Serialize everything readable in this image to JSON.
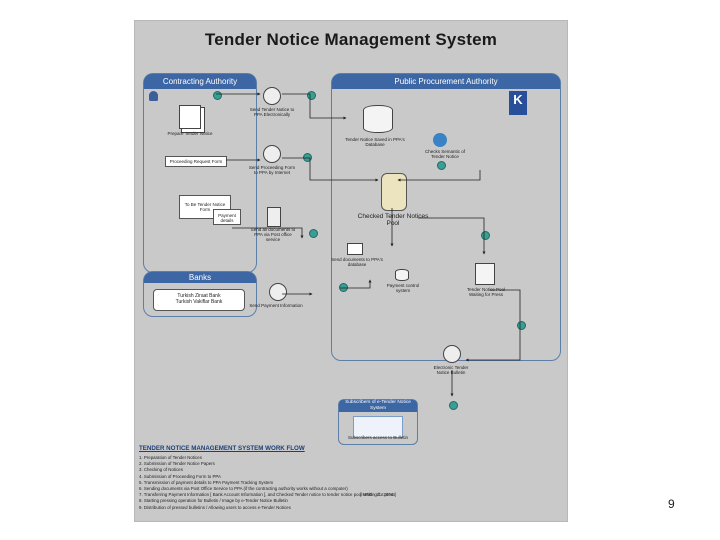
{
  "title": "Tender Notice Management System",
  "lanes": {
    "contracting": "Contracting Authority",
    "ppa": "Public Procurement Authority",
    "banks": "Banks",
    "subscribers": "Subscribers of e-Tender Notice System"
  },
  "logo_text": "K",
  "labels": {
    "prepare_notice": "Prepare Tender Notice",
    "send_notice": "Send Tender Notice to PPA Electronically",
    "proceeding_form": "Proceeding Request Form",
    "send_form": "Send Proceeding Form to PPA by Internet",
    "tender_notice_list": "To Be Tender Notice Form",
    "payment_details": "Payment details",
    "send_documents": "Send all documents to PPA via Post office service",
    "notice_saved": "Tender Notice Saved in PPA's Database",
    "checks_semantic": "Checks Semantic of Tender Notice",
    "checked_pool": "Checked Tender Notices Pool",
    "send_docs_ppa": "Send documents to PPA's database",
    "payment_system": "Payment control system",
    "tender_notice_pool": "Tender Notice Pool Waiting for Press",
    "bulletin": "Electronic Tender Notice Bulletin",
    "banks_list": "Turkish Ziraat Bank\nTurkish Vakiflar Bank",
    "send_payment": "Send Payment Information",
    "subscriber_access": "Subscribers access to Bulletin"
  },
  "workflow": {
    "heading": "TENDER NOTICE MANAGEMENT SYSTEM WORK FLOW",
    "steps": [
      "1. Preparation of Tender Notices",
      "2. Submission of Tender Notice Papers",
      "3. Checking of Notices",
      "4. Submission of Proceeding Form to PPA",
      "5. Transmission of payment details to PPA Payment Tracking System",
      "6. Sending documents via Post Office Service to PPA (if the contracting authority works without a computer)",
      "7. Transferring Payment Information [ Bank Account Information ], and Checked Tender notice to tender notice pool waiting for press",
      "8. Starting pressing operation for Bulletin / Image by e-Tender Notice Bulletin",
      "9. Distribution of pressed bulletins / Allowing users to access e-Tender Notices"
    ]
  },
  "date_stamp": "[ MEB - 11. 2004 ]",
  "page_number": "9"
}
